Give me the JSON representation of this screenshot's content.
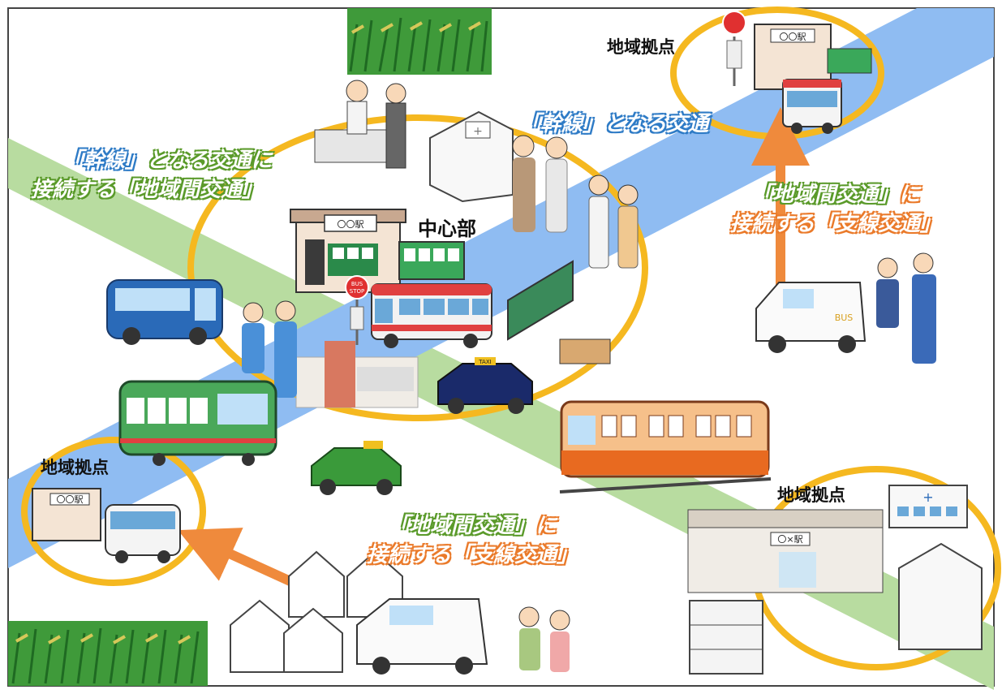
{
  "labels": {
    "hub_top_right": "地域拠点",
    "hub_left": "地域拠点",
    "hub_bottom_right": "地域拠点",
    "center": "中心部",
    "trunk": "「幹線」となる交通",
    "intercity_line1_part1": "「幹線」",
    "intercity_line1_part2": "となる交通に",
    "intercity_line2": "接続する「地域間交通」",
    "branch_right_line1_part1": "「地域間交通」",
    "branch_right_line1_part2": "に",
    "branch_right_line2": "接続する「支線交通」",
    "branch_bottom_line1_part1": "「地域間交通」",
    "branch_bottom_line1_part2": "に",
    "branch_bottom_line2": "接続する「支線交通」"
  },
  "signs": {
    "station_center": "〇〇駅",
    "station_top_right": "〇〇駅",
    "station_left": "〇〇駅",
    "station_bottom_right": "〇×駅",
    "bus_stop_top": "BUS",
    "bus_stop_bottom": "STOP",
    "taxi": "TAXI",
    "minibus": "BUS"
  },
  "colors": {
    "trunk_band": "#7fb2f0",
    "intercity_band": "#b8dca0",
    "ring": "#f5b820",
    "arrow": "#ef8a3c",
    "trunk_text_outline": "#2e7bc6",
    "intercity_text_outline": "#5a9a2a",
    "branch_text_outline": "#ea7a2a"
  }
}
